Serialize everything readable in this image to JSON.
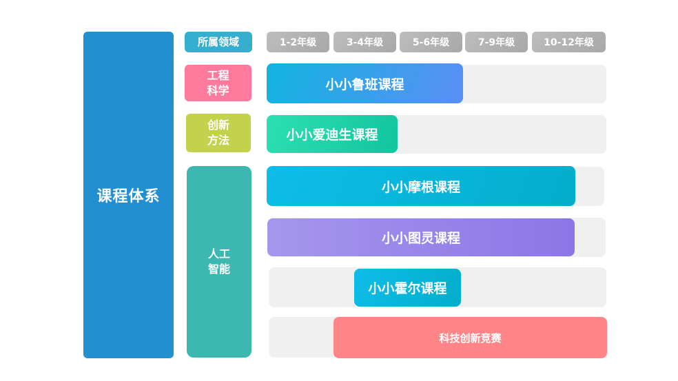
{
  "title": "课程体系",
  "header": {
    "domain_label": "所属领域",
    "grades": [
      "1-2年级",
      "3-4年级",
      "5-6年级",
      "7-9年级",
      "10-12年级"
    ]
  },
  "categories": [
    {
      "line1": "工程",
      "line2": "科学",
      "color": "#ff7a9c"
    },
    {
      "line1": "创新",
      "line2": "方法",
      "color": "#c2d24c"
    },
    {
      "line1": "人工",
      "line2": "智能",
      "color": "#3cb8b0"
    }
  ],
  "courses": [
    {
      "name": "小小鲁班课程",
      "grade_start": "1-2年级",
      "grade_end": "5-6年级",
      "category": "工程科学",
      "gradient": [
        "#12b4e0",
        "#5a8ef5"
      ]
    },
    {
      "name": "小小爱迪生课程",
      "grade_start": "1-2年级",
      "grade_end": "3-4年级",
      "category": "创新方法",
      "gradient": [
        "#2de0b0",
        "#12c4a0"
      ]
    },
    {
      "name": "小小摩根课程",
      "grade_start": "1-2年级",
      "grade_end": "10-12年级",
      "category": "人工智能",
      "gradient": [
        "#0ebde8",
        "#02aecb"
      ]
    },
    {
      "name": "小小图灵课程",
      "grade_start": "1-2年级",
      "grade_end": "10-12年级",
      "category": "人工智能",
      "gradient": [
        "#a596ed",
        "#8c76e6"
      ]
    },
    {
      "name": "小小霍尔课程",
      "grade_start": "3-4年级",
      "grade_end": "5-6年级",
      "category": "人工智能",
      "gradient": [
        "#0ebde8",
        "#02aecb"
      ]
    },
    {
      "name": "科技创新竞赛",
      "grade_start": "3-4年级",
      "grade_end": "10-12年级",
      "category": "人工智能",
      "gradient": [
        "#ff8589",
        "#ff8589"
      ]
    }
  ],
  "colors": {
    "main": "#2290d0",
    "domain_label": "#35aed0",
    "grade": "#b4b4b4",
    "track": "#f0f0f0"
  }
}
